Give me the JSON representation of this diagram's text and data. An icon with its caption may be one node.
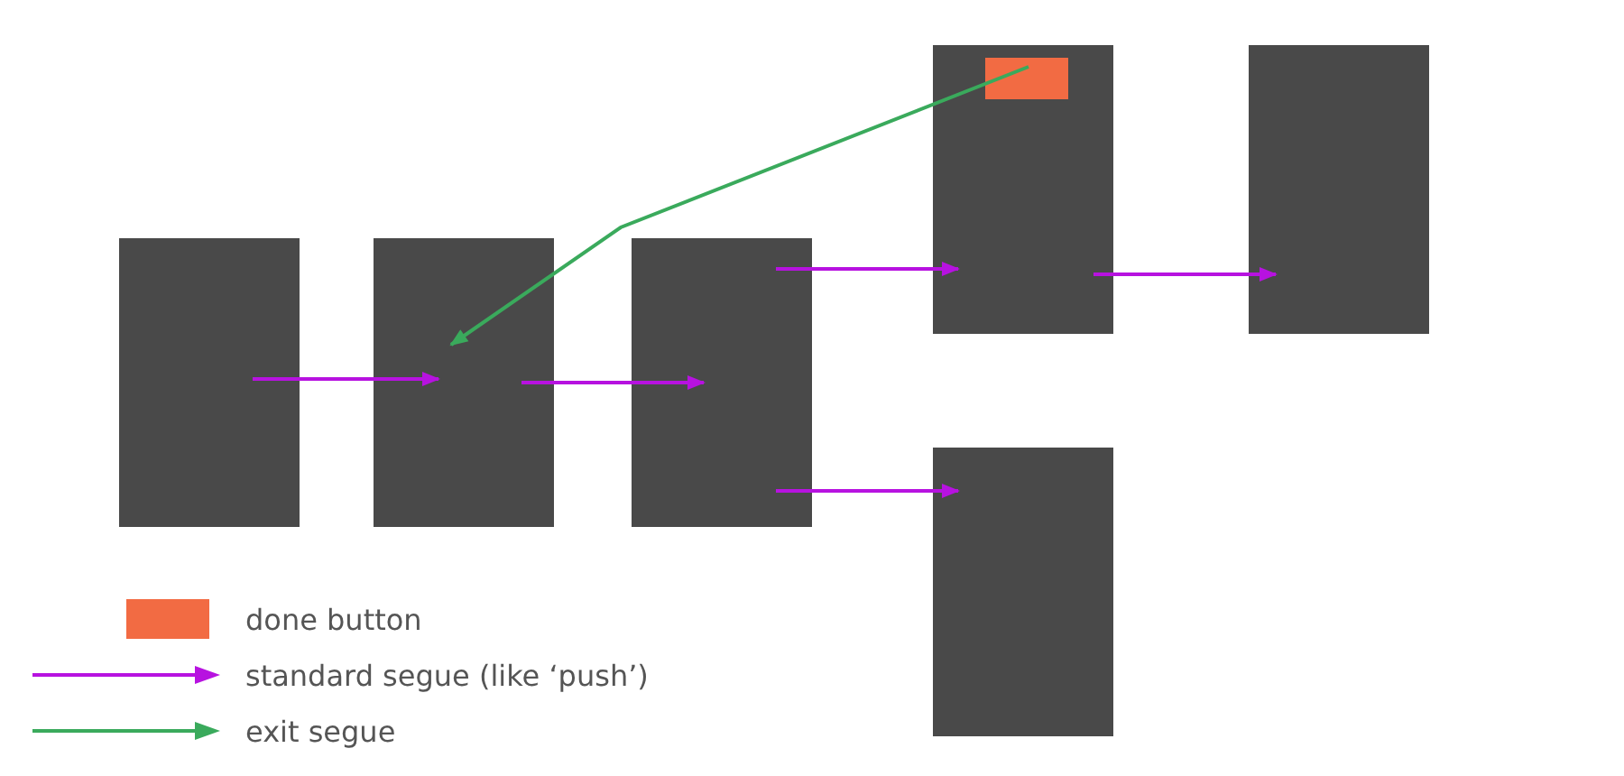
{
  "diagram": {
    "nodes": [
      {
        "text": [],
        "shape": "box"
      },
      {
        "text": [],
        "shape": "box"
      },
      {
        "text": [],
        "shape": "box"
      },
      {
        "text": [],
        "shape": "box"
      },
      {
        "text": [],
        "shape": "box",
        "in": 3
      },
      {
        "text": [],
        "shape": "box"
      },
      {
        "text": [],
        "shape": "box"
      }
    ],
    "edges": [
      {
        "from": 0,
        "to": 1,
        "arrow": "to"
      },
      {
        "from": 1,
        "to": 2,
        "arrow": "to"
      },
      {
        "from": 2,
        "to": 3,
        "arrow": "to"
      },
      {
        "from": 3,
        "to": 5,
        "arrow": "to"
      },
      {
        "from": 2,
        "to": 6,
        "arrow": "to"
      },
      {
        "from": 4,
        "to": 1,
        "arrow": "to",
        "color": "#3aaa5c"
      }
    ],
    "legend": [
      {
        "text": "done button",
        "color": "#f26b43"
      },
      {
        "text": "standard segue (like ‘push’)"
      },
      {
        "text": "exit segue"
      }
    ]
  }
}
